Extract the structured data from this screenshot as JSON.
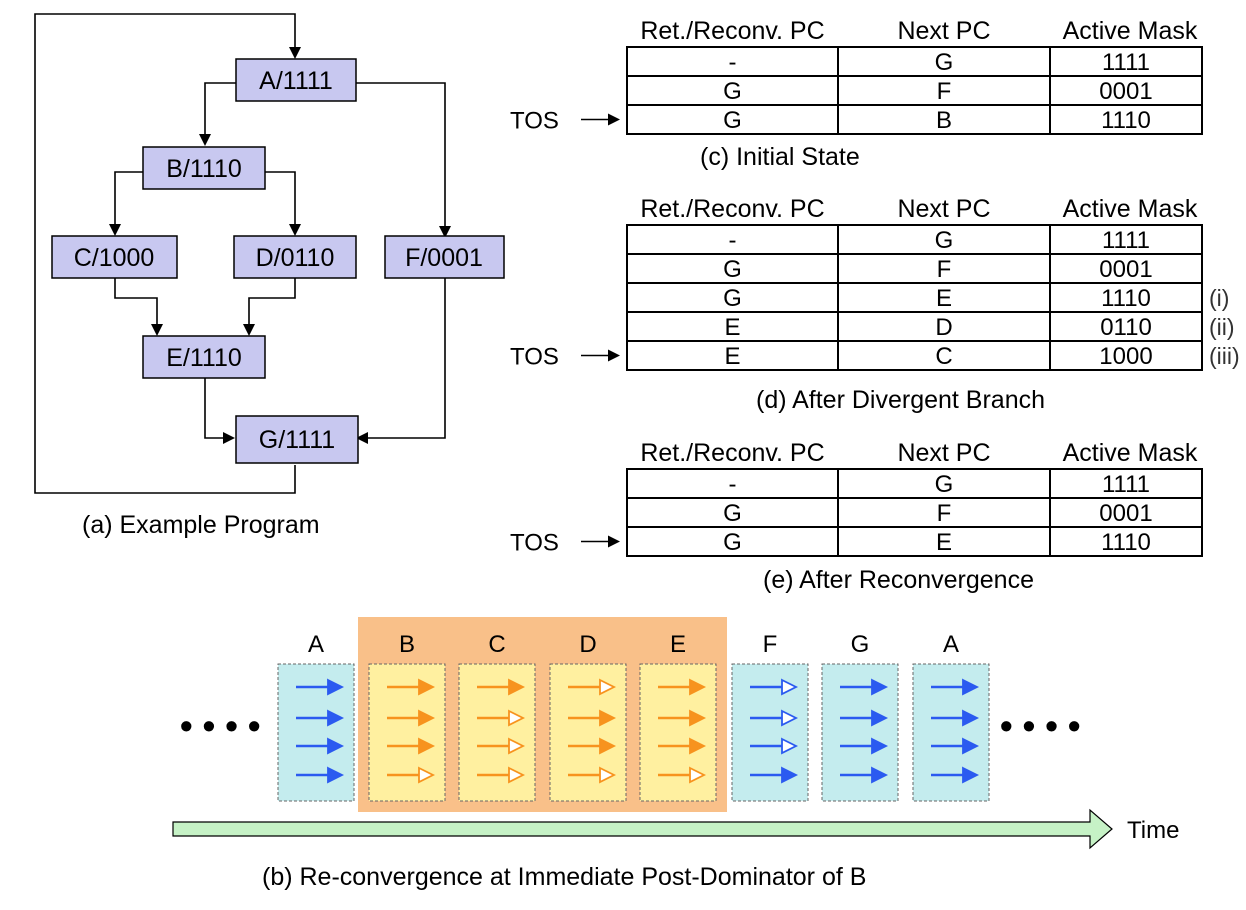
{
  "colors": {
    "node_fill": "#c8c8f0",
    "warp_blue_box": "#c4ecee",
    "warp_yellow_box": "#fff0a0",
    "divergent_region": "#f9c089",
    "arrow_blue": "#2b5af0",
    "arrow_orange": "#f7931e",
    "time_arrow": "#c6f2c6"
  },
  "program": {
    "caption": "(a)  Example Program",
    "nodes": [
      {
        "id": "A",
        "label": "A/1111"
      },
      {
        "id": "B",
        "label": "B/1110"
      },
      {
        "id": "C",
        "label": "C/1000"
      },
      {
        "id": "D",
        "label": "D/0110"
      },
      {
        "id": "F",
        "label": "F/0001"
      },
      {
        "id": "E",
        "label": "E/1110"
      },
      {
        "id": "G",
        "label": "G/1111"
      }
    ]
  },
  "stack_headers": {
    "ret": "Ret./Reconv. PC",
    "next": "Next PC",
    "mask": "Active Mask"
  },
  "tos_label": "TOS",
  "stacks": [
    {
      "caption": "(c)  Initial State",
      "rows": [
        {
          "ret": "-",
          "next": "G",
          "mask": "1111",
          "mark": ""
        },
        {
          "ret": "G",
          "next": "F",
          "mask": "0001",
          "mark": ""
        },
        {
          "ret": "G",
          "next": "B",
          "mask": "1110",
          "mark": ""
        }
      ]
    },
    {
      "caption": "(d)  After Divergent Branch",
      "rows": [
        {
          "ret": "-",
          "next": "G",
          "mask": "1111",
          "mark": ""
        },
        {
          "ret": "G",
          "next": "F",
          "mask": "0001",
          "mark": ""
        },
        {
          "ret": "G",
          "next": "E",
          "mask": "1110",
          "mark": "(i)"
        },
        {
          "ret": "E",
          "next": "D",
          "mask": "0110",
          "mark": "(ii)"
        },
        {
          "ret": "E",
          "next": "C",
          "mask": "1000",
          "mark": "(iii)"
        }
      ]
    },
    {
      "caption": "(e)  After Reconvergence",
      "rows": [
        {
          "ret": "-",
          "next": "G",
          "mask": "1111",
          "mark": ""
        },
        {
          "ret": "G",
          "next": "F",
          "mask": "0001",
          "mark": ""
        },
        {
          "ret": "G",
          "next": "E",
          "mask": "1110",
          "mark": ""
        }
      ]
    }
  ],
  "timeline": {
    "caption": "(b)  Re-convergence at Immediate Post-Dominator of B",
    "time_label": "Time",
    "dots": "• • • •",
    "slots": [
      {
        "label": "A",
        "color": "blue",
        "mask": "1111"
      },
      {
        "label": "B",
        "color": "orange",
        "mask": "1110"
      },
      {
        "label": "C",
        "color": "orange",
        "mask": "1000"
      },
      {
        "label": "D",
        "color": "orange",
        "mask": "0110"
      },
      {
        "label": "E",
        "color": "orange",
        "mask": "1110"
      },
      {
        "label": "F",
        "color": "blue",
        "mask": "0001"
      },
      {
        "label": "G",
        "color": "blue",
        "mask": "1111"
      },
      {
        "label": "A",
        "color": "blue",
        "mask": "1111"
      }
    ]
  }
}
